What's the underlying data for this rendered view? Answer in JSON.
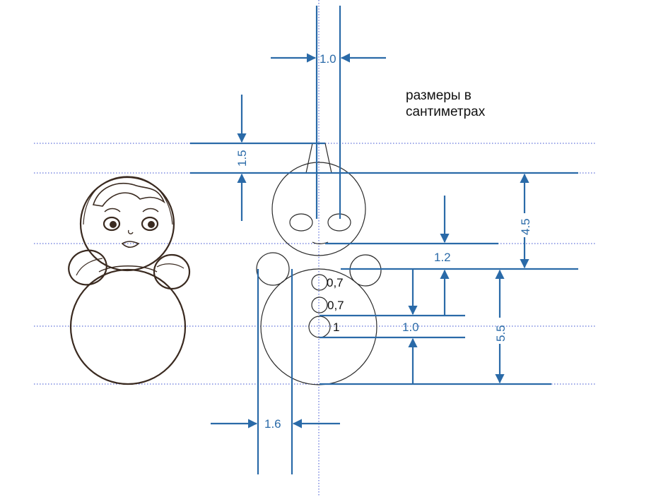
{
  "caption": {
    "line1": "размеры в",
    "line2": "сантиметрах"
  },
  "dimensions": {
    "eye_spacing": "1.0",
    "head_top": "1.5",
    "head_height": "4.5",
    "neck_offset": "1.2",
    "body_height": "5.5",
    "button_offset": "1.0",
    "arm_width": "1.6"
  },
  "buttons": [
    "0,7",
    "0,7",
    "1"
  ],
  "colors": {
    "accent": "#2a6aa8",
    "outline": "#2a2a2a",
    "guide": "#3a4fd0",
    "doll_outline": "#3a2a20"
  }
}
